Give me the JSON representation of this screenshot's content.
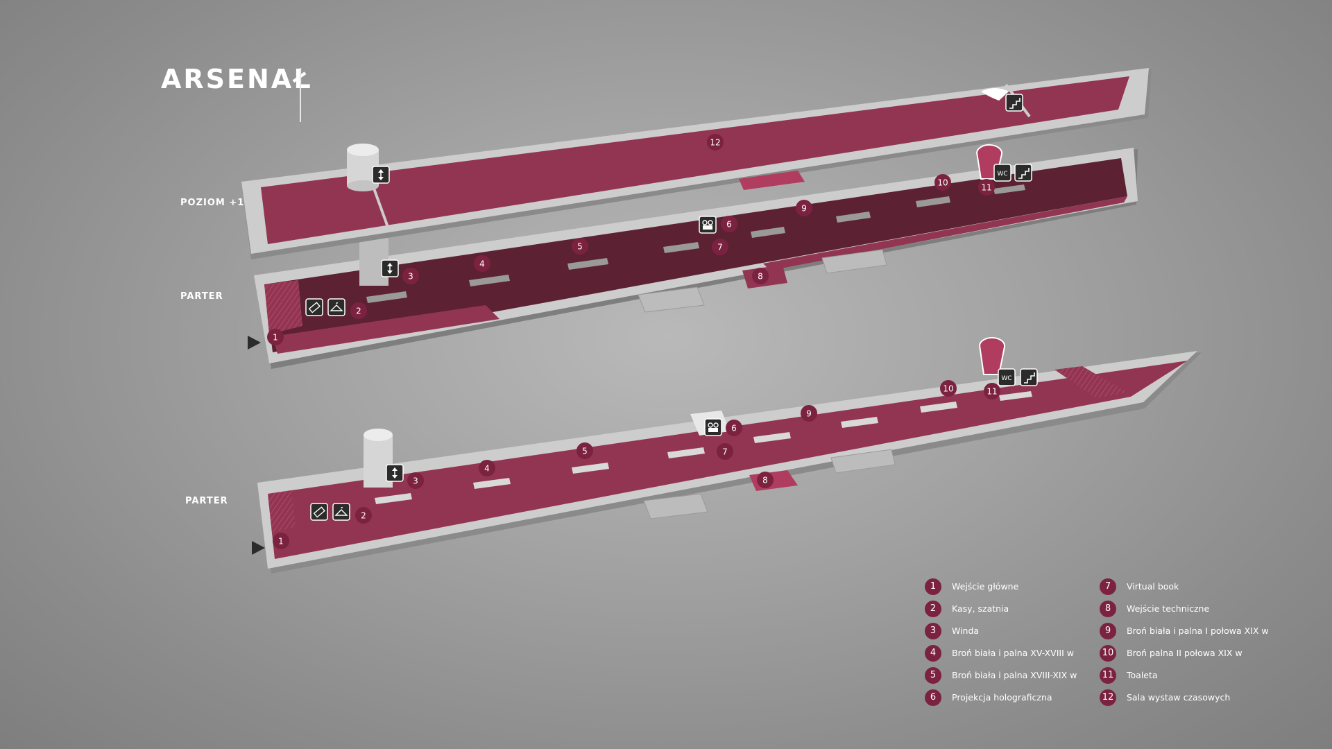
{
  "title": "ARSENAŁ",
  "floors": {
    "upper": "POZIOM +1",
    "middle": "PARTER",
    "lower": "PARTER"
  },
  "colors": {
    "crimson": "#923552",
    "dark_crimson": "#5c2234",
    "floor_border": "#cdcdcd",
    "marker": "#7b2240",
    "icon_bg": "#2b2b2b"
  },
  "icons": [
    "elevator-icon",
    "stairs-icon",
    "wc-icon",
    "ticket-icon",
    "hanger-icon",
    "camera-icon",
    "entrance-arrow-icon"
  ],
  "wc_label": "WC",
  "markers": {
    "upper": [
      "12"
    ],
    "middle": [
      "1",
      "2",
      "3",
      "4",
      "5",
      "6",
      "7",
      "8",
      "9",
      "10",
      "11"
    ],
    "lower": [
      "1",
      "2",
      "3",
      "4",
      "5",
      "6",
      "7",
      "8",
      "9",
      "10",
      "11"
    ]
  },
  "legend": [
    {
      "num": "1",
      "label": "Wejście główne"
    },
    {
      "num": "2",
      "label": "Kasy, szatnia"
    },
    {
      "num": "3",
      "label": "Winda"
    },
    {
      "num": "4",
      "label": "Broń biała i palna XV-XVIII w"
    },
    {
      "num": "5",
      "label": "Broń biała i palna XVIII-XIX w"
    },
    {
      "num": "6",
      "label": "Projekcja holograficzna"
    },
    {
      "num": "7",
      "label": "Virtual book"
    },
    {
      "num": "8",
      "label": "Wejście techniczne"
    },
    {
      "num": "9",
      "label": "Broń biała i palna I połowa XIX w"
    },
    {
      "num": "10",
      "label": "Broń palna II połowa XIX w"
    },
    {
      "num": "11",
      "label": "Toaleta"
    },
    {
      "num": "12",
      "label": "Sala wystaw czasowych"
    }
  ]
}
